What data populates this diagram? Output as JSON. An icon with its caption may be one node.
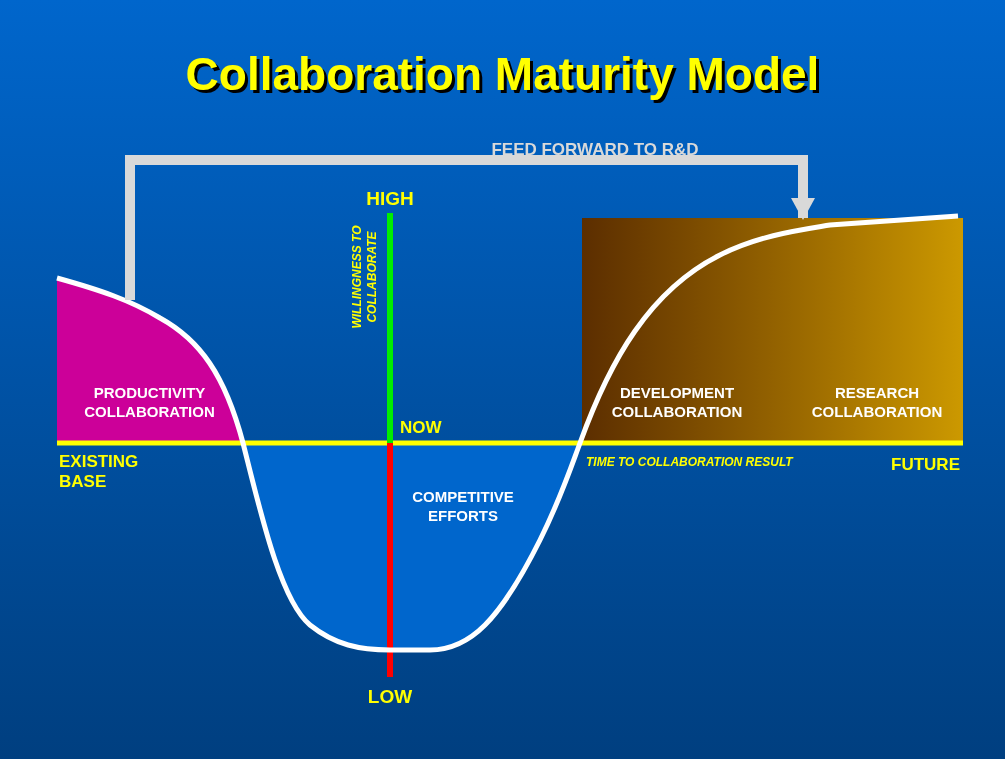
{
  "diagram": {
    "title": "Collaboration Maturity Model",
    "nodes": [
      {
        "text": [
          "PRODUCTIVITY COLLABORATION"
        ]
      },
      {
        "text": [
          "COMPETITIVE EFFORTS"
        ]
      },
      {
        "text": [
          "DEVELOPMENT COLLABORATION",
          "RESEARCH COLLABORATION"
        ]
      }
    ],
    "edges": [
      {
        "from": 0,
        "to": 2,
        "arrow": "to",
        "label": "FEED FORWARD TO R&D",
        "color": "#d9d9d9"
      }
    ],
    "labels": [
      "HIGH",
      "WILLINGNESS TO COLLABORATE",
      "NOW",
      "EXISTING BASE",
      "TIME TO COLLABORATION RESULT",
      "FUTURE",
      "LOW"
    ]
  }
}
